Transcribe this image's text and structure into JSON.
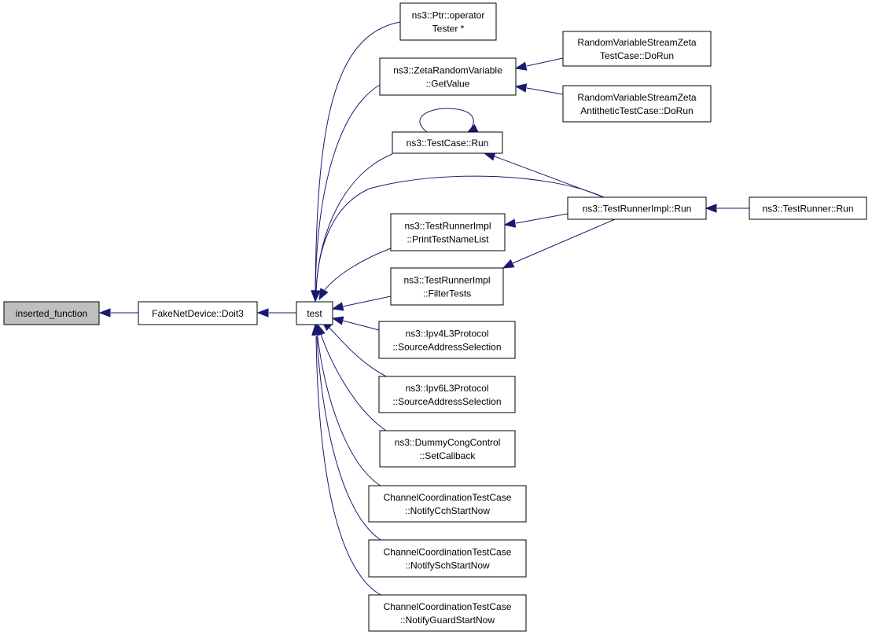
{
  "graph": {
    "edge_color": "#191970",
    "highlight_fill": "#bfbfbf",
    "node_fill": "#ffffff",
    "nodes": {
      "inserted_function": {
        "lines": [
          "inserted_function"
        ],
        "highlighted": true
      },
      "fakenetdevice_doit3": {
        "lines": [
          "FakeNetDevice::Doit3"
        ]
      },
      "test": {
        "lines": [
          "test"
        ]
      },
      "ptr_operator_tester": {
        "lines": [
          "ns3::Ptr::operator",
          "Tester *"
        ]
      },
      "zeta_getvalue": {
        "lines": [
          "ns3::ZetaRandomVariable",
          "::GetValue"
        ]
      },
      "rvs_zeta_doRun": {
        "lines": [
          "RandomVariableStreamZeta",
          "TestCase::DoRun"
        ]
      },
      "rvs_zeta_antithetic_doRun": {
        "lines": [
          "RandomVariableStreamZeta",
          "AntitheticTestCase::DoRun"
        ]
      },
      "testcase_run": {
        "lines": [
          "ns3::TestCase::Run"
        ]
      },
      "testrunnerimpl_run": {
        "lines": [
          "ns3::TestRunnerImpl::Run"
        ]
      },
      "testrunner_run": {
        "lines": [
          "ns3::TestRunner::Run"
        ]
      },
      "printtestnamelist": {
        "lines": [
          "ns3::TestRunnerImpl",
          "::PrintTestNameList"
        ]
      },
      "filtertests": {
        "lines": [
          "ns3::TestRunnerImpl",
          "::FilterTests"
        ]
      },
      "ipv4_sas": {
        "lines": [
          "ns3::Ipv4L3Protocol",
          "::SourceAddressSelection"
        ]
      },
      "ipv6_sas": {
        "lines": [
          "ns3::Ipv6L3Protocol",
          "::SourceAddressSelection"
        ]
      },
      "dummycong_setcallback": {
        "lines": [
          "ns3::DummyCongControl",
          "::SetCallback"
        ]
      },
      "cctc_cch": {
        "lines": [
          "ChannelCoordinationTestCase",
          "::NotifyCchStartNow"
        ]
      },
      "cctc_sch": {
        "lines": [
          "ChannelCoordinationTestCase",
          "::NotifySchStartNow"
        ]
      },
      "cctc_guard": {
        "lines": [
          "ChannelCoordinationTestCase",
          "::NotifyGuardStartNow"
        ]
      }
    },
    "edges": [
      {
        "from": "fakenetdevice_doit3",
        "to": "inserted_function"
      },
      {
        "from": "test",
        "to": "fakenetdevice_doit3"
      },
      {
        "from": "ptr_operator_tester",
        "to": "test"
      },
      {
        "from": "zeta_getvalue",
        "to": "test"
      },
      {
        "from": "rvs_zeta_doRun",
        "to": "zeta_getvalue"
      },
      {
        "from": "rvs_zeta_antithetic_doRun",
        "to": "zeta_getvalue"
      },
      {
        "from": "testcase_run",
        "to": "test"
      },
      {
        "from": "testcase_run",
        "to": "testcase_run"
      },
      {
        "from": "testrunnerimpl_run",
        "to": "testcase_run"
      },
      {
        "from": "testrunnerimpl_run",
        "to": "test"
      },
      {
        "from": "testrunner_run",
        "to": "testrunnerimpl_run"
      },
      {
        "from": "printtestnamelist",
        "to": "test"
      },
      {
        "from": "testrunnerimpl_run",
        "to": "printtestnamelist"
      },
      {
        "from": "filtertests",
        "to": "test"
      },
      {
        "from": "testrunnerimpl_run",
        "to": "filtertests"
      },
      {
        "from": "ipv4_sas",
        "to": "test"
      },
      {
        "from": "ipv6_sas",
        "to": "test"
      },
      {
        "from": "dummycong_setcallback",
        "to": "test"
      },
      {
        "from": "cctc_cch",
        "to": "test"
      },
      {
        "from": "cctc_sch",
        "to": "test"
      },
      {
        "from": "cctc_guard",
        "to": "test"
      }
    ]
  }
}
